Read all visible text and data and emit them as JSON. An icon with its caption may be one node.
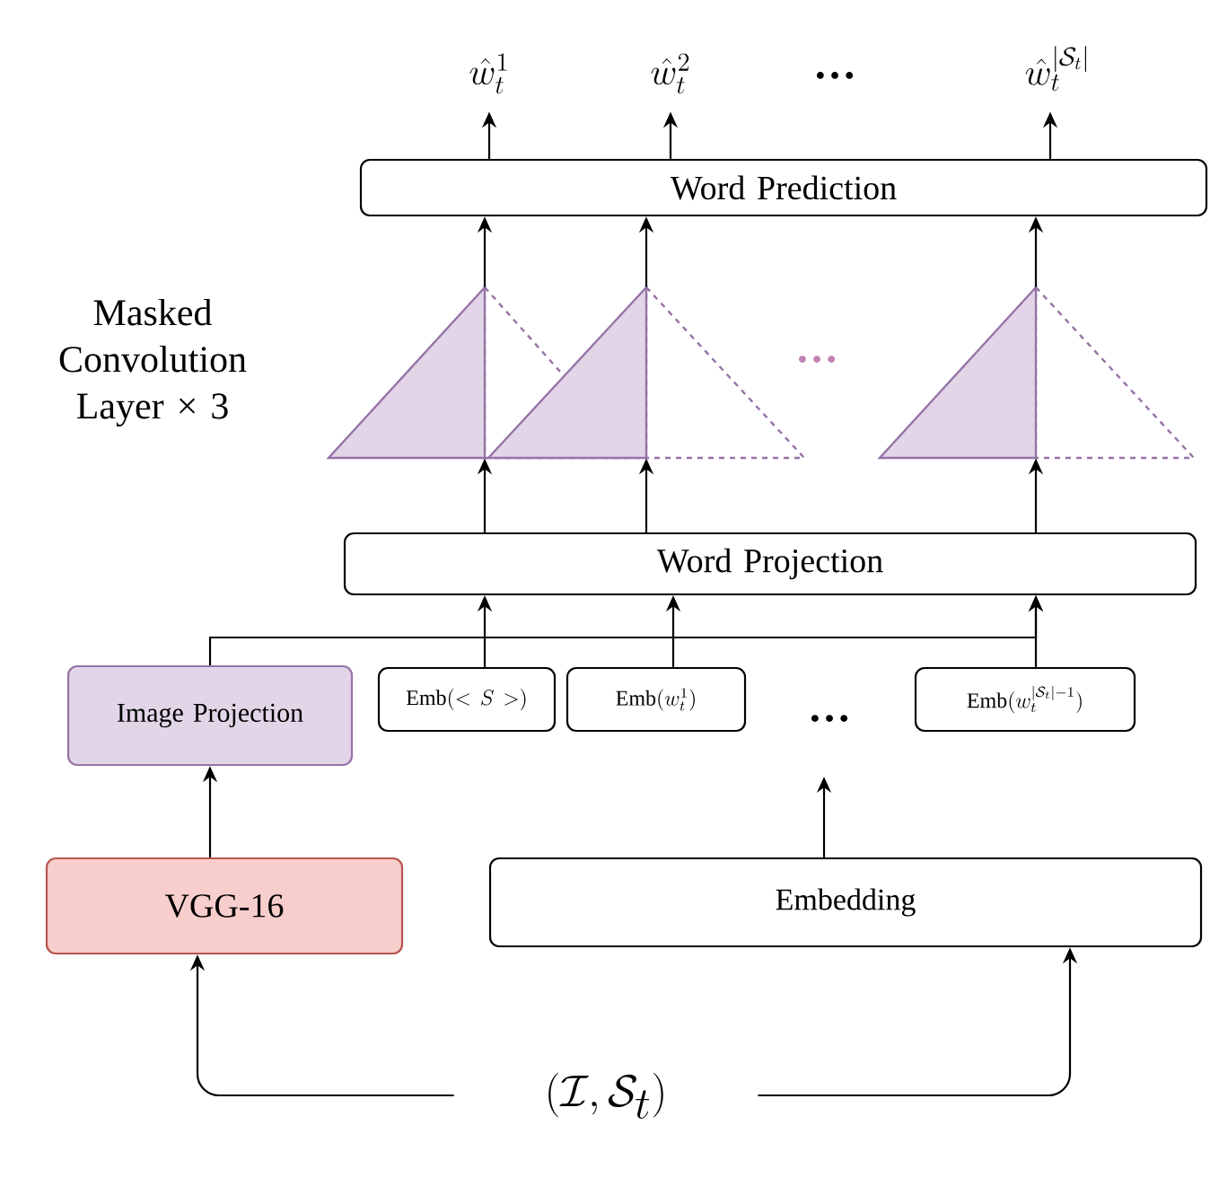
{
  "diagram": {
    "nodes": [
      {
        "text": [
          "\\Bigg(\\mathcal{I},\\mathcal{S}_t\\Bigg)"
        ]
      },
      {
        "text": [
          "VGG-16"
        ]
      },
      {
        "text": [
          "Embedding"
        ]
      },
      {
        "text": [
          "Image Projection"
        ]
      },
      {
        "text": [
          "\\mathrm{Emb}(<S>)"
        ]
      },
      {
        "text": [
          "\\mathrm{Emb}(w_t^1)"
        ]
      },
      {
        "text": [
          "\\mathrm{Emb}(w_t^{|\\mathcal{S}_t|-1})"
        ]
      },
      {
        "text": [
          "Word Projection"
        ]
      },
      {
        "text": [],
        "shape": "triangle"
      },
      {
        "text": [],
        "shape": "triangle"
      },
      {
        "text": [],
        "shape": "triangle"
      },
      {
        "text": [
          "Word Prediction"
        ]
      },
      {
        "text": [
          "\\hat{w}_t^1"
        ]
      },
      {
        "text": [
          "\\hat{w}_t^2"
        ]
      },
      {
        "text": [
          "\\hat{w}_t^{|\\mathcal{S}_t|}"
        ]
      }
    ],
    "edges": [
      {
        "from": 0,
        "to": 1,
        "arrow": "to"
      },
      {
        "from": 0,
        "to": 2,
        "arrow": "to"
      },
      {
        "from": 1,
        "to": 3,
        "arrow": "to"
      },
      {
        "from": 2,
        "to": null,
        "arrow": "to"
      },
      {
        "from": 3,
        "to": 7,
        "arrow": "to"
      },
      {
        "from": 4,
        "to": 7,
        "arrow": "to"
      },
      {
        "from": 5,
        "to": 7,
        "arrow": "to"
      },
      {
        "from": 6,
        "to": 7,
        "arrow": "to"
      },
      {
        "from": 7,
        "to": 8,
        "arrow": "to"
      },
      {
        "from": 7,
        "to": 9,
        "arrow": "to"
      },
      {
        "from": 7,
        "to": 10,
        "arrow": "to"
      },
      {
        "from": 8,
        "to": 11,
        "arrow": "to"
      },
      {
        "from": 9,
        "to": 11,
        "arrow": "to"
      },
      {
        "from": 10,
        "to": 11,
        "arrow": "to"
      },
      {
        "from": 11,
        "to": 12,
        "arrow": "to"
      },
      {
        "from": 11,
        "to": 13,
        "arrow": "to"
      },
      {
        "from": 11,
        "to": 14,
        "arrow": "to"
      }
    ],
    "labels": [
      "Masked Convolution Layer × 3",
      "…",
      "…",
      "…"
    ]
  }
}
